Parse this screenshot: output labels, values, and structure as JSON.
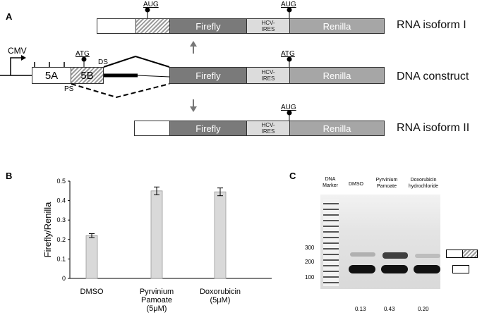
{
  "panel_a": {
    "label": "A",
    "isoform1": {
      "label": "RNA isoform I",
      "aug_left": "AUG",
      "aug_right": "AUG",
      "firefly": "Firefly",
      "ires": "HCV-\nIRES",
      "renilla": "Renilla"
    },
    "construct": {
      "label": "DNA construct",
      "cmv": "CMV",
      "exon5a": "5A",
      "exon5b": "5B",
      "atg_left": "ATG",
      "atg_right": "ATG",
      "ds": "DS",
      "ps": "PS",
      "firefly": "Firefly",
      "ires": "HCV-\nIRES",
      "renilla": "Renilla"
    },
    "isoform2": {
      "label": "RNA isoform II",
      "aug": "AUG",
      "firefly": "Firefly",
      "ires": "HCV-\nIRES",
      "renilla": "Renilla"
    }
  },
  "panel_b": {
    "label": "B"
  },
  "chart_data": {
    "type": "bar",
    "categories": [
      "DMSO",
      "Pyrvinium\nPamoate\n(5μM)",
      "Doxorubicin\n(5μM)"
    ],
    "values": [
      0.22,
      0.45,
      0.445
    ],
    "errors": [
      0.01,
      0.02,
      0.02
    ],
    "ylabel": "Firefly/Renilla",
    "ylim": [
      0,
      0.5
    ],
    "yticks": [
      "0",
      "0.1",
      "0.2",
      "0.3",
      "0.4",
      "0.5"
    ],
    "bar_color": "#d9d9d9"
  },
  "panel_c": {
    "label": "C",
    "lanes": [
      "DNA\nMarker",
      "DMSO",
      "Pyrvinium\nPamoate",
      "Doxorubicin\nhydrochloride"
    ],
    "markers": [
      "300",
      "200",
      "100"
    ],
    "ratios": [
      "0.13",
      "0.43",
      "0.20"
    ]
  }
}
